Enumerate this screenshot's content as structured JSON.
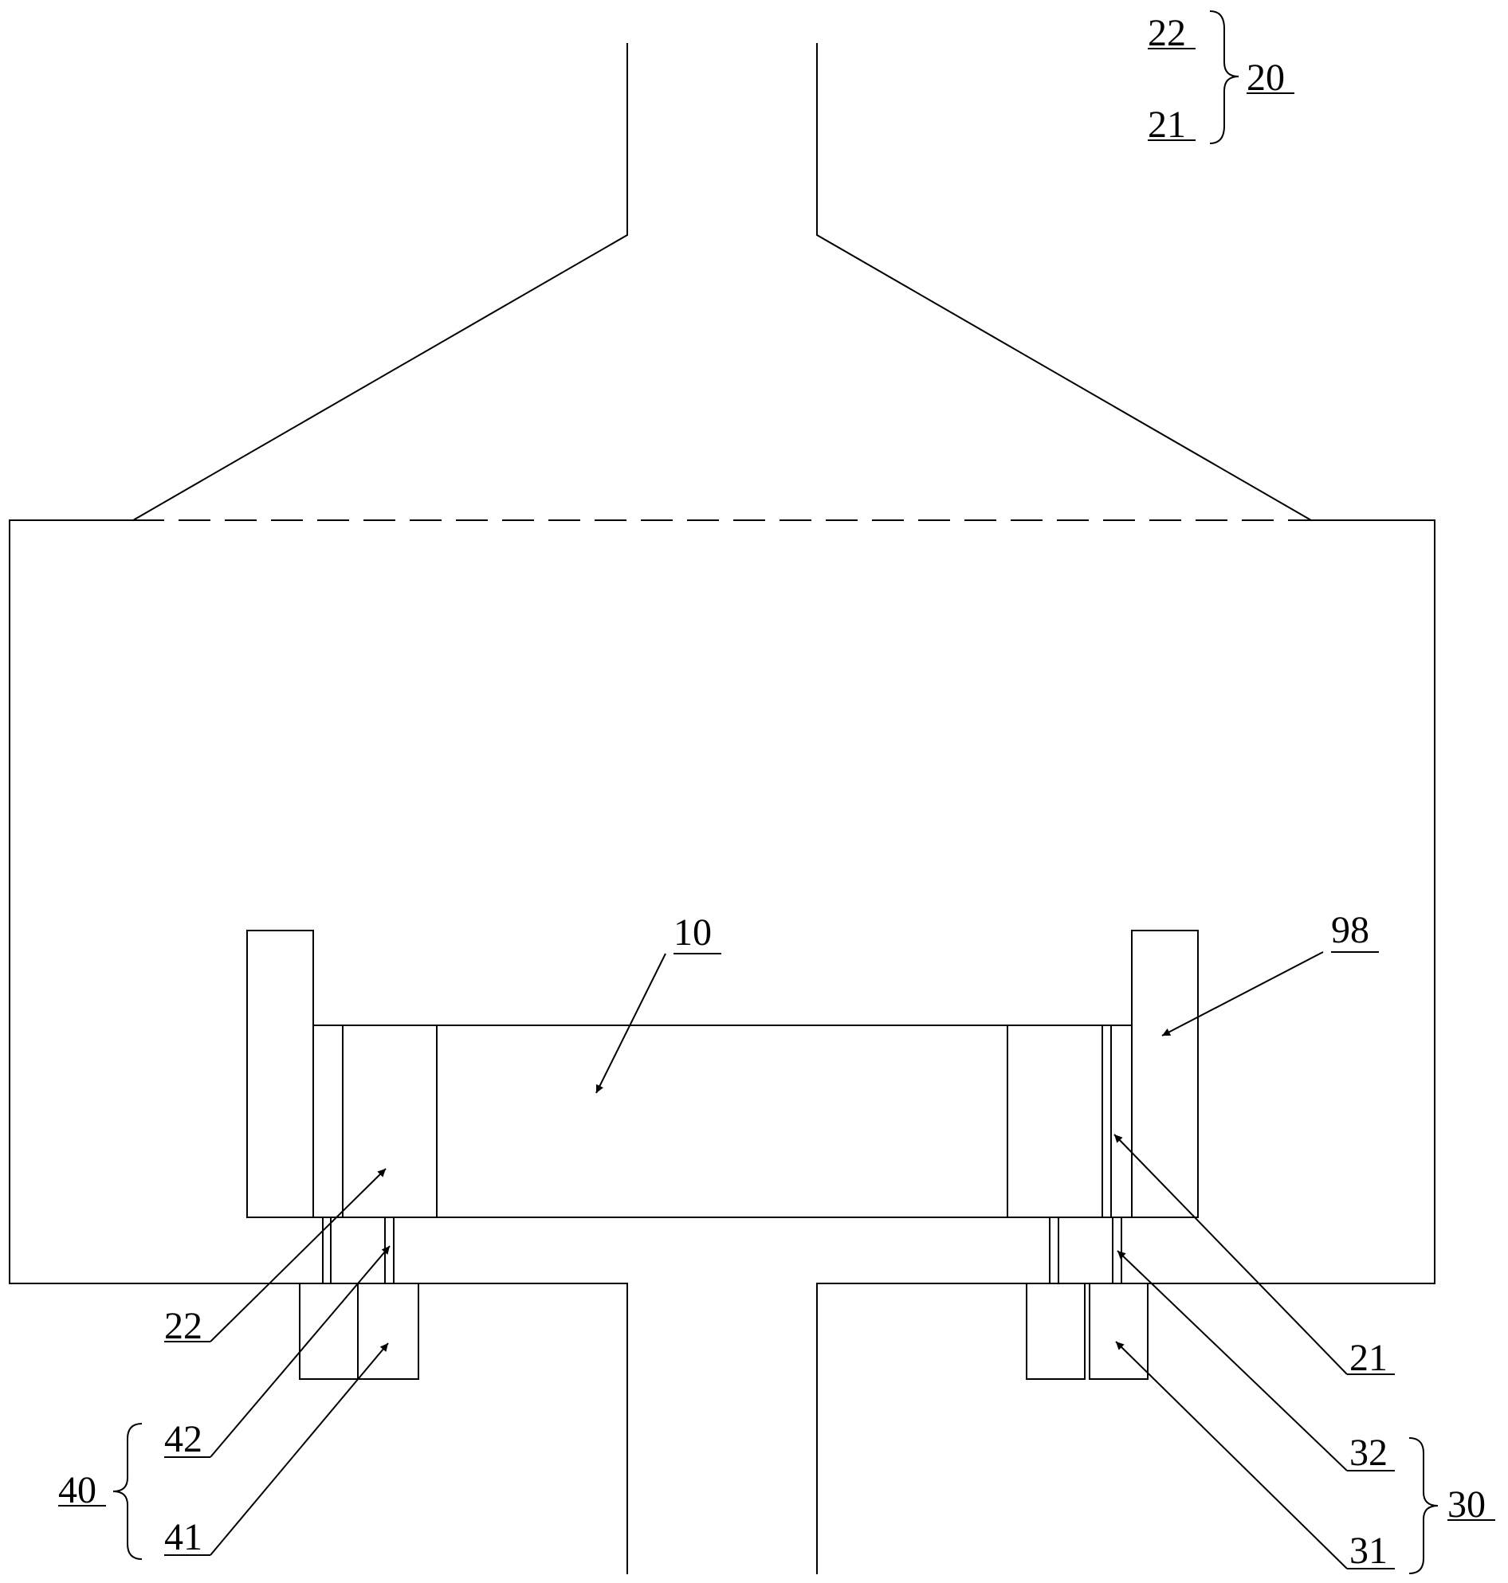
{
  "labels": {
    "l10": "10",
    "l98": "98",
    "l20": "20",
    "l22_top": "22",
    "l21_top": "21",
    "l22": "22",
    "l21": "21",
    "l42": "42",
    "l41": "41",
    "l40": "40",
    "l32": "32",
    "l31": "31",
    "l30": "30"
  },
  "colors": {
    "line": "#000000",
    "background": "#ffffff"
  }
}
